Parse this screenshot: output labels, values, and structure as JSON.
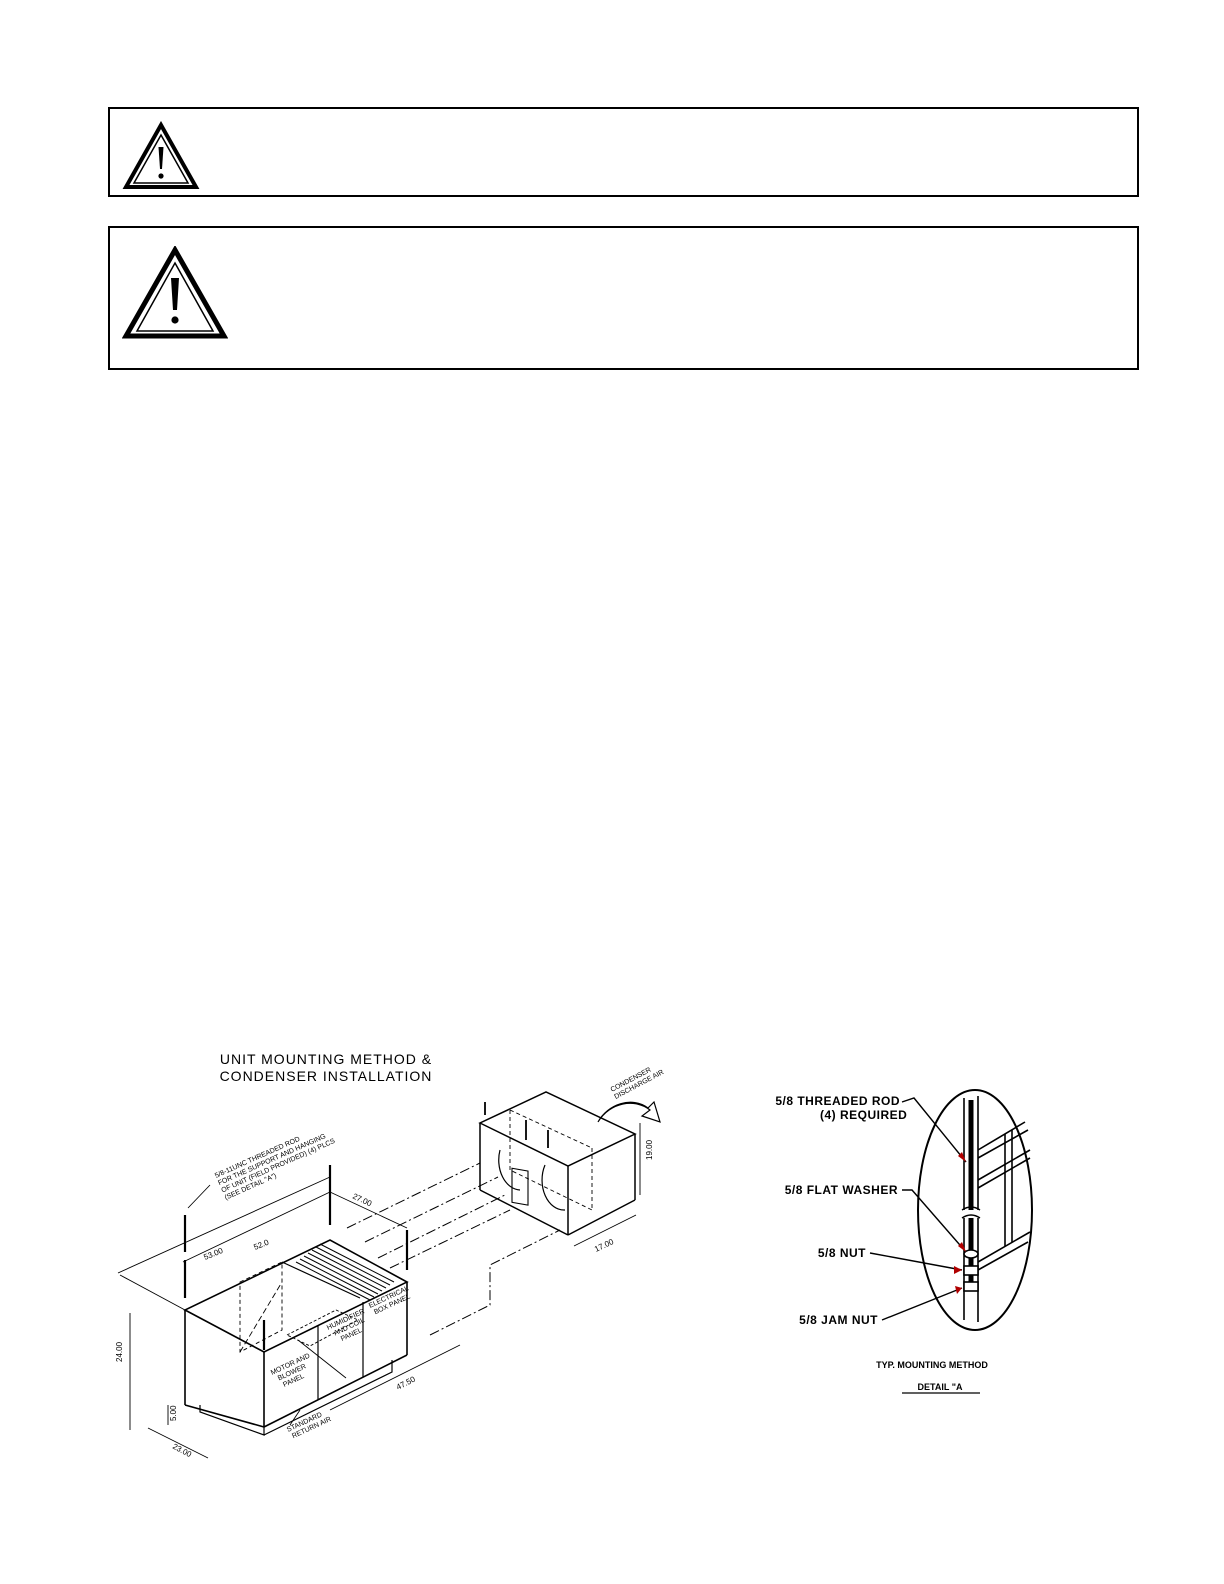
{
  "warnings": [
    {
      "icon": "warning-triangle-icon"
    },
    {
      "icon": "warning-triangle-icon"
    }
  ],
  "figure": {
    "title_line1": "UNIT MOUNTING METHOD &",
    "title_line2": "CONDENSER INSTALLATION",
    "rod_note": [
      "5/8-11UNC THREADED ROD",
      "FOR THE SUPPORT AND HANGING",
      "OF UNIT (FIELD PROVIDED) (4) PLCS",
      "(SEE DETAIL \"A\")"
    ],
    "dimensions": {
      "d1": "53.00",
      "d2": "52.0",
      "d3": "27.00",
      "d4": "19.00",
      "d5": "17.00",
      "d6": "24.00",
      "d7": "5.00",
      "d8": "23.00",
      "d9": "47.50"
    },
    "panels": {
      "motor": [
        "MOTOR AND",
        "BLOWER",
        "PANEL"
      ],
      "humidifier": [
        "HUMIDIFIER",
        "AND COIL",
        "PANEL"
      ],
      "electrical": [
        "ELECTRICAL",
        "BOX PANEL"
      ],
      "return_air": [
        "STANDARD",
        "RETURN AIR"
      ],
      "condenser_air": [
        "CONDENSER",
        "DISCHARGE AIR"
      ]
    }
  },
  "detail": {
    "threaded_rod": "5/8 THREADED ROD",
    "required": "(4) REQUIRED",
    "flat_washer": "5/8 FLAT WASHER",
    "nut": "5/8 NUT",
    "jam_nut": "5/8 JAM NUT",
    "method": "TYP. MOUNTING METHOD",
    "detail_label": "DETAIL \"A"
  }
}
